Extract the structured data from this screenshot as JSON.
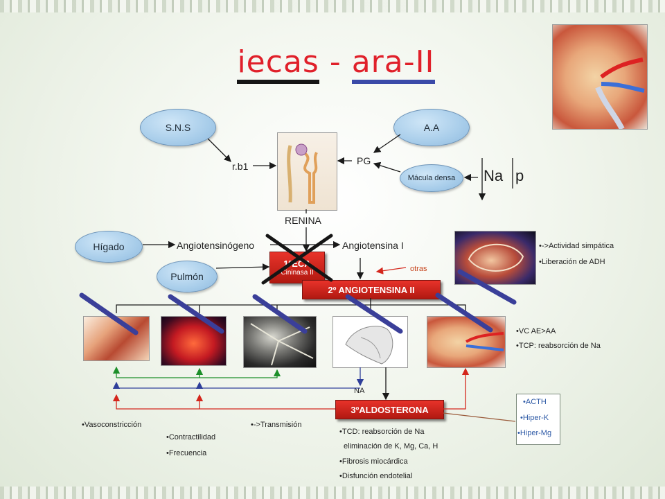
{
  "title": {
    "part1": "iecas",
    "sep": " - ",
    "part2": "ara-II"
  },
  "nodes": {
    "sns": "S.N.S",
    "aa": "A.A",
    "rb1": "r.b1",
    "pg": "PG",
    "macula": "Mácula densa",
    "na": "Na",
    "p": "p",
    "renina": "RENINA",
    "higado": "Hígado",
    "angiotensinogeno": "Angiotensinógeno",
    "angiotensina1": "Angiotensina I",
    "pulmon": "Pulmón",
    "eca": "1ºECA",
    "cininasa": "Cininasa II",
    "otras": "otras",
    "angio2": "2º ANGIOTENSINA II",
    "na_small": "NA",
    "aldosterona": "3ºALDOSTERONA"
  },
  "effects": {
    "brain": [
      "->Actividad simpática",
      "Liberación de ADH"
    ],
    "kidney": [
      "VC AE>AA",
      "TCP: reabsorción de Na"
    ],
    "adrenal_box": [
      "ACTH",
      "Hiper-K",
      "Hiper-Mg"
    ],
    "vaso": "Vasoconstricción",
    "heart": [
      "Contractilidad",
      "Frecuencia"
    ],
    "nerve": "->Transmisión",
    "aldo": [
      "TCD: reabsorción de Na",
      "eliminación de K, Mg, Ca, H",
      "Fibrosis miocárdica",
      "Disfunción endotelial"
    ]
  },
  "colors": {
    "title": "#e0202a",
    "block_bar": "#3a3f99",
    "red_box": "#d4261c",
    "ellipse": "#a8cdea"
  }
}
